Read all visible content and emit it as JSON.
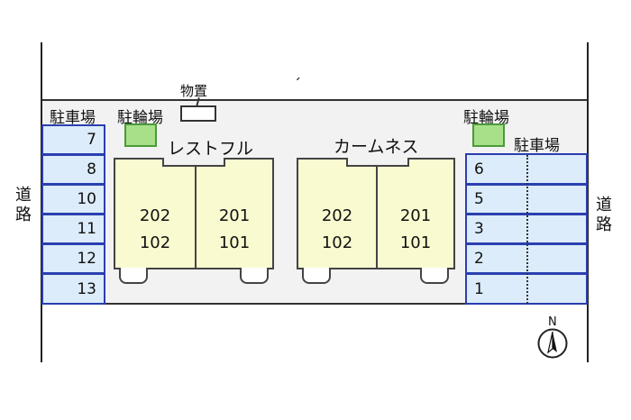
{
  "labels": {
    "storage": "物置",
    "parking_left": "駐車場",
    "parking_right": "駐車場",
    "bike_left": "駐輪場",
    "bike_right": "駐輪場",
    "road_left": [
      "道",
      "路"
    ],
    "road_right": [
      "道",
      "路"
    ],
    "north": "N",
    "tick": "ˊ"
  },
  "buildings": [
    {
      "name": "レストフル",
      "units": [
        {
          "top": "202",
          "bottom": "102"
        },
        {
          "top": "201",
          "bottom": "101"
        }
      ]
    },
    {
      "name": "カームネス",
      "units": [
        {
          "top": "202",
          "bottom": "102"
        },
        {
          "top": "201",
          "bottom": "101"
        }
      ]
    }
  ],
  "parking_left": [
    "7",
    "8",
    "10",
    "11",
    "12",
    "13"
  ],
  "parking_right": [
    "6",
    "5",
    "3",
    "2",
    "1"
  ],
  "colors": {
    "parking": "#dcecfa",
    "parking_border": "#2a3fb0",
    "bike": "#a8e08a",
    "unit": "#fafad0",
    "lot": "#f2f2f2"
  }
}
